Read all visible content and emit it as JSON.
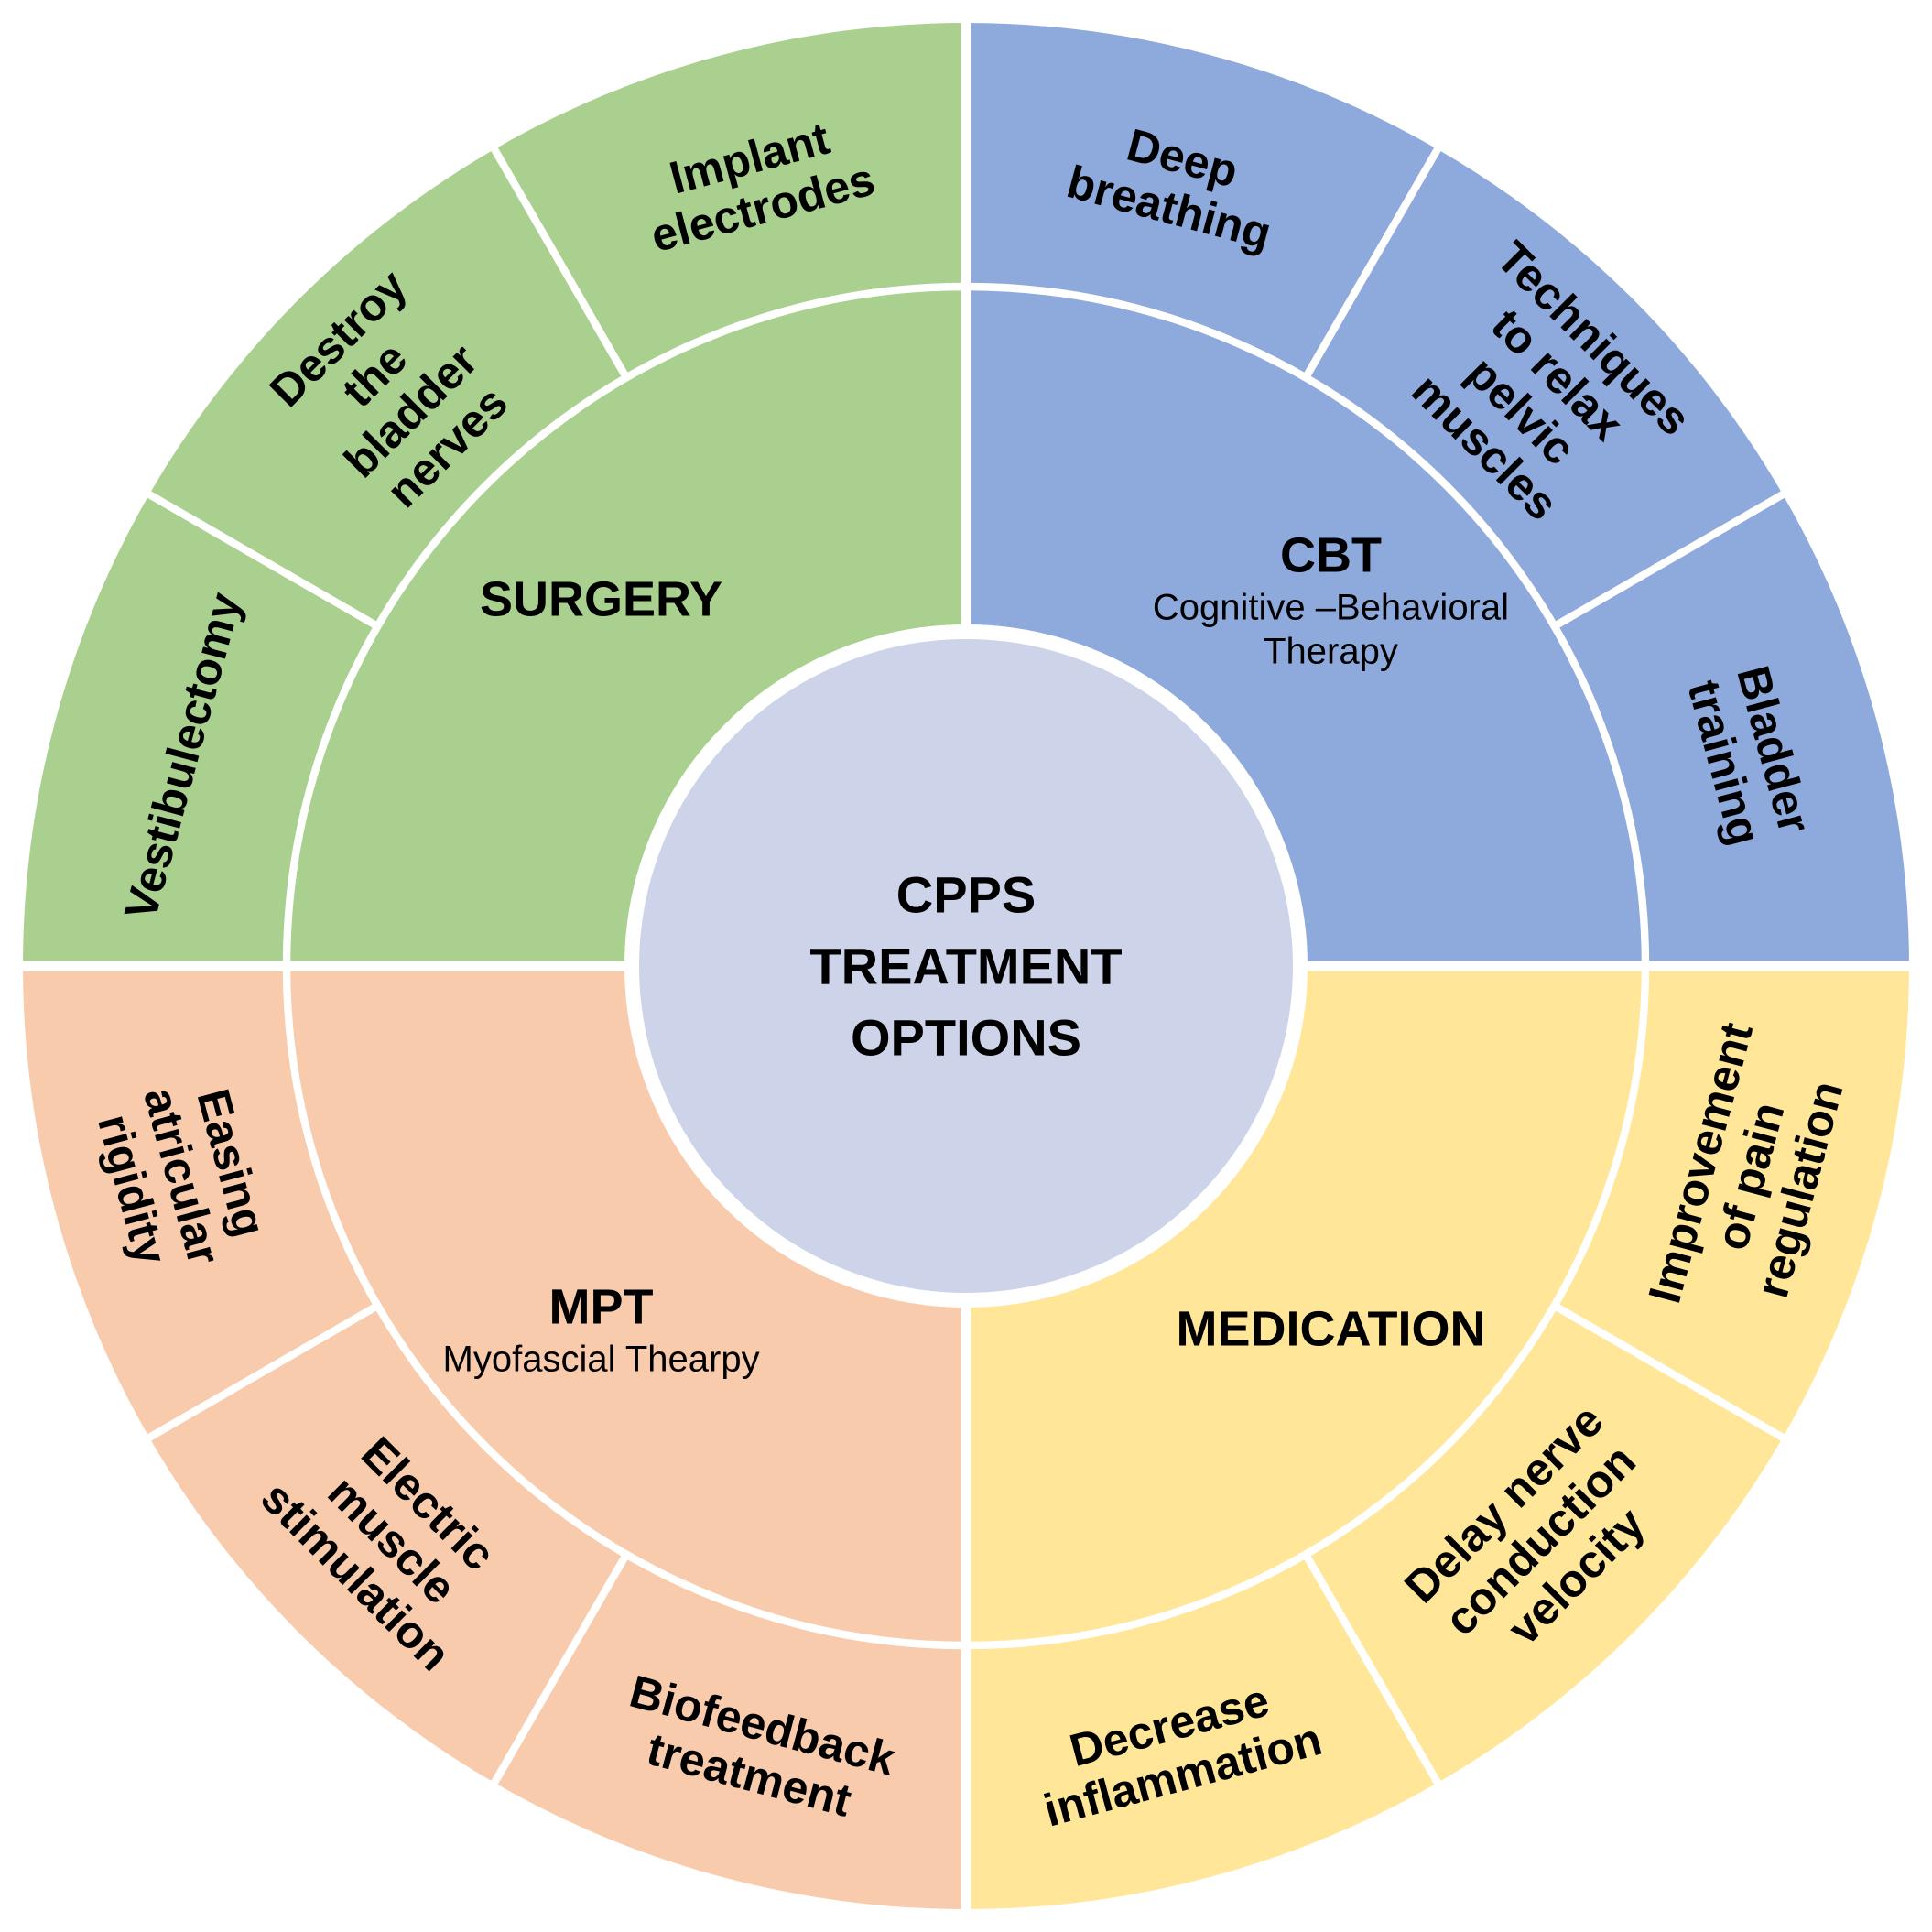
{
  "center": {
    "lines": [
      "CPPS",
      "TREATMENT",
      "OPTIONS"
    ],
    "color": "#CDD4EA"
  },
  "background": "#FFFFFF",
  "quadrants": [
    {
      "id": "surgery",
      "title": "SURGERY",
      "subtitle": [],
      "color": "#A9D08E",
      "items": [
        {
          "lines": [
            "Vestibulectomy"
          ]
        },
        {
          "lines": [
            "Destroy",
            "the",
            "bladder",
            "nerves"
          ]
        },
        {
          "lines": [
            "Implant",
            "electrodes"
          ]
        }
      ]
    },
    {
      "id": "cbt",
      "title": "CBT",
      "subtitle": [
        "Cognitive –Behavioral",
        "Therapy"
      ],
      "color": "#8EA9DB",
      "items": [
        {
          "lines": [
            "Deep",
            "breathing"
          ]
        },
        {
          "lines": [
            "Techniques",
            "to relax",
            "pelvic",
            "muscles"
          ]
        },
        {
          "lines": [
            "Bladder",
            "training"
          ]
        }
      ]
    },
    {
      "id": "medication",
      "title": "MEDICATION",
      "subtitle": [],
      "color": "#FFE699",
      "items": [
        {
          "lines": [
            "Improvement",
            "of pain",
            "regulation"
          ]
        },
        {
          "lines": [
            "Delay nerve",
            "conduction",
            "velocity"
          ]
        },
        {
          "lines": [
            "Decrease",
            "inflammation"
          ]
        }
      ]
    },
    {
      "id": "mpt",
      "title": "MPT",
      "subtitle": [
        "Myofascial Thearpy"
      ],
      "color": "#F8CBAD",
      "items": [
        {
          "lines": [
            "Biofeedback",
            "treatment"
          ]
        },
        {
          "lines": [
            "Electric",
            "muscle",
            "stimulation"
          ]
        },
        {
          "lines": [
            "Easing",
            "atricular",
            "rigidity"
          ]
        }
      ]
    }
  ]
}
